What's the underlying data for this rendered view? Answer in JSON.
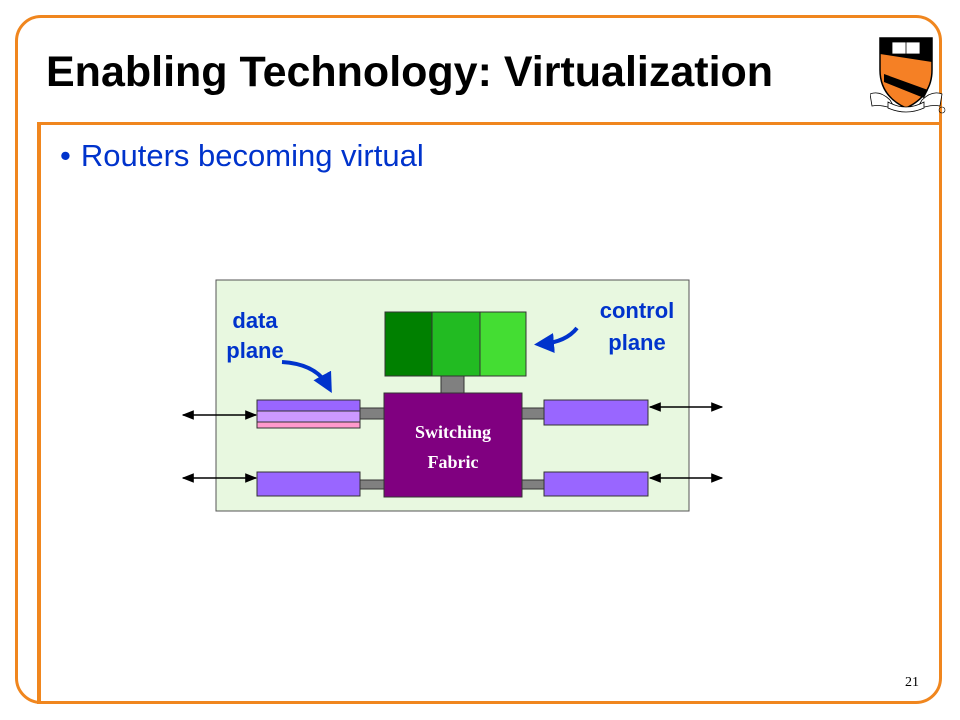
{
  "slide": {
    "title": "Enabling Technology: Virtualization",
    "bullet": "Routers becoming virtual",
    "page_number": "21",
    "accent_color": "#F0861E",
    "text_accent_color": "#0033CC"
  },
  "diagram": {
    "data_plane_label": [
      "data",
      "plane"
    ],
    "control_plane_label": [
      "control",
      "plane"
    ],
    "switching_fabric_label": [
      "Switching",
      "Fabric"
    ],
    "colors": {
      "background": "#E8F8E0",
      "fabric": "#800080",
      "port": "#9966FF",
      "control_blocks": [
        "#008000",
        "#22BB22",
        "#44DD33"
      ],
      "pink_strip": "#FF99CC",
      "connector": "#808080",
      "arrow": "#0033CC"
    }
  },
  "logo": {
    "icon": "princeton-shield-icon"
  }
}
